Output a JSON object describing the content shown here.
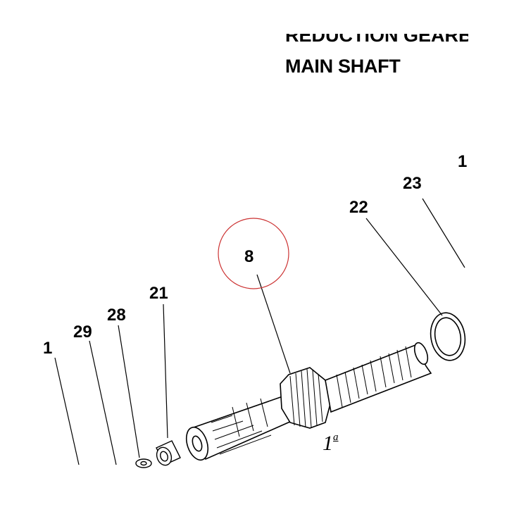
{
  "diagram": {
    "title_clipped": "REDUCTION GEARBOX",
    "title": "MAIN SHAFT",
    "callouts": {
      "c1_left": "1",
      "c29": "29",
      "c28": "28",
      "c21": "21",
      "c8": "8",
      "c22": "22",
      "c23": "23",
      "c1_right": "1"
    },
    "sub_label": "1",
    "sub_sup": "a",
    "highlight_color": "#cc3333"
  }
}
